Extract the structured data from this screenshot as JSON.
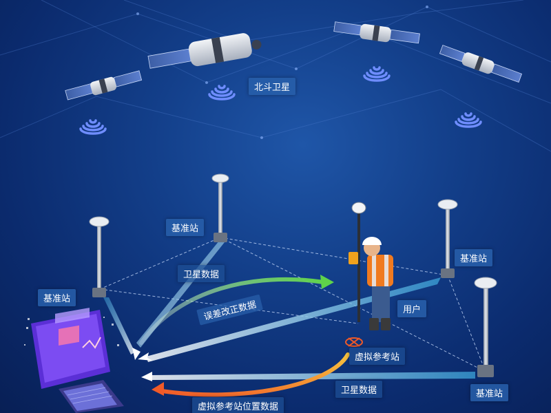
{
  "labels": {
    "satellite_system": "北斗卫星",
    "base_station": "基准站",
    "user": "用户",
    "virtual_ref_station": "虚拟参考站",
    "satellite_data_1": "卫星数据",
    "satellite_data_2": "卫星数据",
    "error_correction": "误差改正数据",
    "vrs_position": "虚拟参考站位置数据"
  },
  "colors": {
    "background": "#0b2b6e",
    "green_arrow": "#5fd34a",
    "orange_arrow": "#f28a2a",
    "white_arrow": "#ffffff",
    "signal": "#6f8dff"
  }
}
